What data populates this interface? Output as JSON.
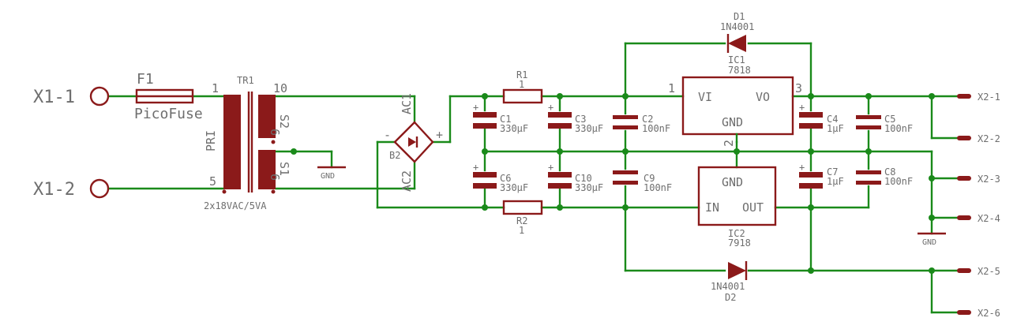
{
  "colors": {
    "wire": "#1a8a1a",
    "part": "#8b1a1a",
    "text": "#6e6e6e",
    "background": "#ffffff"
  },
  "connectors": {
    "x1_1": "X1-1",
    "x1_2": "X1-2",
    "x2_1": "X2-1",
    "x2_2": "X2-2",
    "x2_3": "X2-3",
    "x2_4": "X2-4",
    "x2_5": "X2-5",
    "x2_6": "X2-6"
  },
  "fuse": {
    "name": "F1",
    "value": "PicoFuse"
  },
  "transformer": {
    "name": "TR1",
    "primary": "PRI",
    "secondary_2": "S2",
    "secondary_1": "S1",
    "rating": "2x18VAC/5VA",
    "pin_1": "1",
    "pin_5": "5",
    "pin_10": "10",
    "pin_6a": "6",
    "pin_6b": "6"
  },
  "bridge": {
    "name": "B2",
    "ac1": "AC1",
    "ac2": "AC2",
    "minus": "-",
    "plus": "+"
  },
  "resistors": [
    {
      "name": "R1",
      "value": "1"
    },
    {
      "name": "R2",
      "value": "1"
    }
  ],
  "capacitors": [
    {
      "name": "C1",
      "value": "330µF"
    },
    {
      "name": "C3",
      "value": "330µF"
    },
    {
      "name": "C2",
      "value": "100nF"
    },
    {
      "name": "C6",
      "value": "330µF"
    },
    {
      "name": "C10",
      "value": "330µF"
    },
    {
      "name": "C9",
      "value": "100nF"
    },
    {
      "name": "C4",
      "value": "1µF"
    },
    {
      "name": "C5",
      "value": "100nF"
    },
    {
      "name": "C7",
      "value": "1µF"
    },
    {
      "name": "C8",
      "value": "100nF"
    }
  ],
  "regulators": {
    "ic1": {
      "name": "IC1",
      "value": "7818",
      "vi": "VI",
      "vo": "VO",
      "gnd": "GND",
      "pin1": "1",
      "pin3": "3",
      "pin2": "2"
    },
    "ic2": {
      "name": "IC2",
      "value": "7918",
      "gnd": "GND",
      "in": "IN",
      "out": "OUT"
    }
  },
  "diodes": {
    "d1": {
      "name": "D1",
      "value": "1N4001"
    },
    "d2": {
      "name": "D2",
      "value": "1N4001"
    }
  },
  "grounds": {
    "gnd_left": "GND",
    "gnd_right": "GND"
  }
}
